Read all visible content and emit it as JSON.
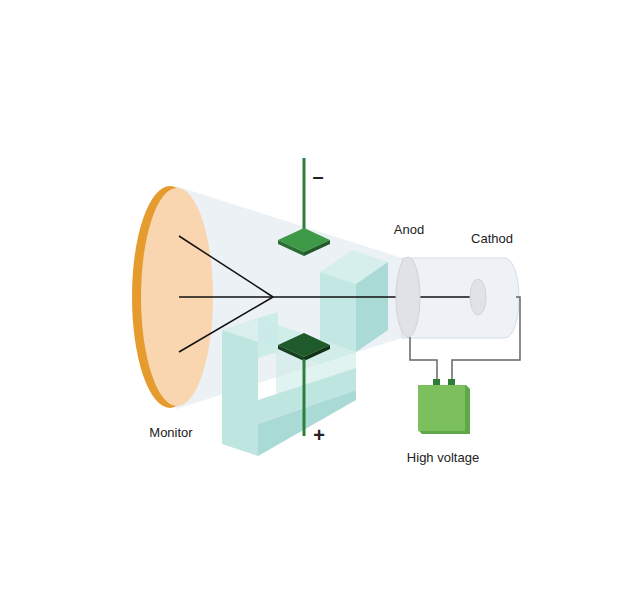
{
  "diagram": {
    "labels": [
      "–",
      "Anod",
      "Cathod",
      "Monitor",
      "+",
      "High voltage"
    ]
  }
}
